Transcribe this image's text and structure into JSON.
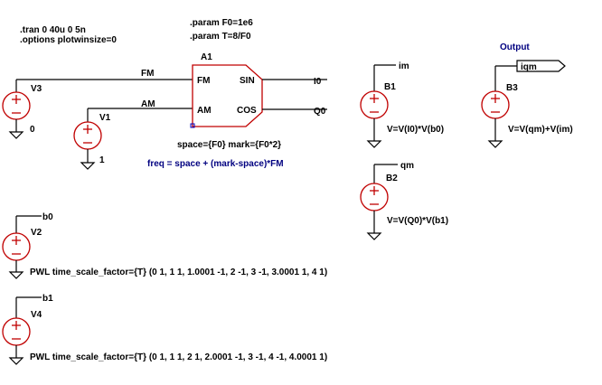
{
  "directives": {
    "tran": ".tran 0 40u 0 5n",
    "options": ".options plotwinsize=0",
    "param1": ".param F0=1e6",
    "param2": ".param T=8/F0"
  },
  "modulator": {
    "ref": "A1",
    "pin_fm": "FM",
    "pin_am": "AM",
    "pin_sin": "SIN",
    "pin_cos": "COS",
    "params": "space={F0} mark={F0*2}",
    "freq_note": "freq = space + (mark-space)*FM"
  },
  "nets": {
    "fm": "FM",
    "am": "AM",
    "i0": "I0",
    "q0": "Q0",
    "im": "im",
    "qm": "qm",
    "iqm": "iqm",
    "b0": "b0",
    "b1": "b1"
  },
  "sources": {
    "v3": {
      "ref": "V3",
      "value": "0"
    },
    "v1": {
      "ref": "V1",
      "value": "1"
    },
    "v2": {
      "ref": "V2",
      "value": "PWL time_scale_factor={T} (0 1, 1 1, 1.0001 -1, 2 -1, 3 -1, 3.0001 1, 4 1)"
    },
    "v4": {
      "ref": "V4",
      "value": "PWL time_scale_factor={T} (0 1, 1 1, 2 1, 2.0001 -1, 3 -1, 4 -1, 4.0001 1)"
    }
  },
  "behavioral": {
    "b1": {
      "ref": "B1",
      "expr": "V=V(I0)*V(b0)"
    },
    "b2": {
      "ref": "B2",
      "expr": "V=V(Q0)*V(b1)"
    },
    "b3": {
      "ref": "B3",
      "expr": "V=V(qm)+V(im)"
    }
  },
  "output_label": "Output",
  "colors": {
    "wire": "#000000",
    "component": "#c00000",
    "note": "#000080"
  }
}
